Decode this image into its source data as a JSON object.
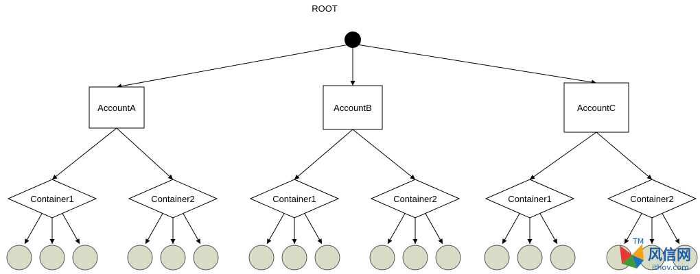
{
  "diagram": {
    "root_label": "ROOT",
    "accounts": [
      {
        "label": "AccountA",
        "containers": [
          "Container1",
          "Container2"
        ]
      },
      {
        "label": "AccountB",
        "containers": [
          "Container1",
          "Container2"
        ]
      },
      {
        "label": "AccountC",
        "containers": [
          "Container1",
          "Container2"
        ]
      }
    ],
    "objects_per_container": 3
  },
  "colors": {
    "line": "#000000",
    "leaf_fill": "#d8dcc6",
    "root_fill": "#000000"
  },
  "watermark": {
    "title": "风信网",
    "subtitle": "ithov.com",
    "tm": "TM"
  }
}
